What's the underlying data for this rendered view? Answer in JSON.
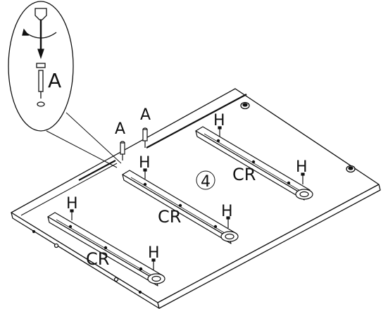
{
  "step_number": "4",
  "callout": {
    "part_label": "A"
  },
  "labels": {
    "dowel": "A",
    "hinge": "H",
    "rail": "CR"
  },
  "colors": {
    "ink": "#111111",
    "paper": "#ffffff"
  }
}
